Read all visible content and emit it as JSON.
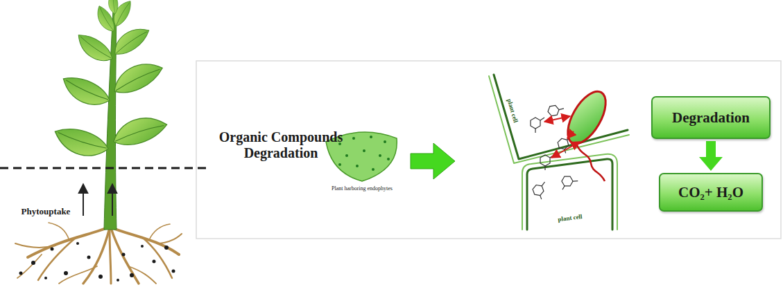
{
  "diagram": {
    "nodes": [
      {
        "text": [
          "Degradation"
        ]
      },
      {
        "text": [
          "CO₂+ H₂O"
        ]
      }
    ],
    "edges": [
      {
        "from": 0,
        "to": 1,
        "arrow": "to"
      }
    ],
    "labels": [
      "Phytouptake",
      "Organic Compounds Degradation",
      "Plant harboring endophytes",
      "plant cell",
      "plant cell"
    ]
  }
}
